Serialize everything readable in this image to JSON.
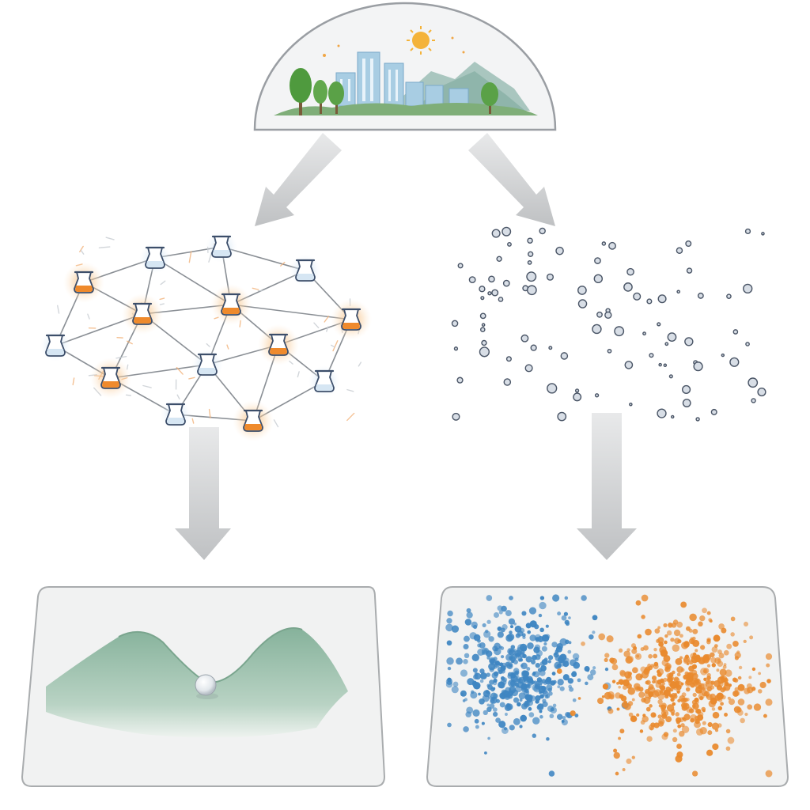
{
  "colors": {
    "background": "#ffffff",
    "arrow": "#c4c6c8",
    "panel_fill": "#f1f2f2",
    "panel_stroke": "#a9acae",
    "network_edge": "#8a8f95",
    "node_outline": "#3c4e6a",
    "node_glow_blue": "#bcd9ef",
    "node_glow_orange": "#f6c189",
    "node_core_orange": "#ef8a2c",
    "particle_outline": "#4a5566",
    "particle_fill": "#d8dee6",
    "hill": "#8fb8a2",
    "cluster_blue": "#3f86c2",
    "cluster_orange": "#e98a2e",
    "tree": "#4f9a3e",
    "building": "#9cc7e0",
    "mountain": "#9dbdb5",
    "sun": "#f4b33a"
  },
  "icons": {
    "top_scene": "city-nature-dome-icon",
    "network_node": "beaker-node-icon",
    "ball": "ball-icon"
  },
  "diagram": {
    "nodes": [
      {
        "id": "n1",
        "type": "orange"
      },
      {
        "id": "n2",
        "type": "blue"
      },
      {
        "id": "n3",
        "type": "blue"
      },
      {
        "id": "n4",
        "type": "blue"
      },
      {
        "id": "n5",
        "type": "blue"
      },
      {
        "id": "n6",
        "type": "orange"
      },
      {
        "id": "n7",
        "type": "orange"
      },
      {
        "id": "n8",
        "type": "orange"
      },
      {
        "id": "n9",
        "type": "orange"
      },
      {
        "id": "n10",
        "type": "blue"
      },
      {
        "id": "n11",
        "type": "orange"
      },
      {
        "id": "n12",
        "type": "blue"
      },
      {
        "id": "n13",
        "type": "blue"
      },
      {
        "id": "n14",
        "type": "orange"
      }
    ],
    "edges": [
      [
        "n1",
        "n2"
      ],
      [
        "n1",
        "n6"
      ],
      [
        "n1",
        "n5"
      ],
      [
        "n2",
        "n3"
      ],
      [
        "n2",
        "n6"
      ],
      [
        "n2",
        "n7"
      ],
      [
        "n3",
        "n4"
      ],
      [
        "n3",
        "n7"
      ],
      [
        "n4",
        "n7"
      ],
      [
        "n4",
        "n8"
      ],
      [
        "n5",
        "n9"
      ],
      [
        "n5",
        "n6"
      ],
      [
        "n6",
        "n7"
      ],
      [
        "n6",
        "n9"
      ],
      [
        "n6",
        "n10"
      ],
      [
        "n7",
        "n8"
      ],
      [
        "n7",
        "n10"
      ],
      [
        "n7",
        "n11"
      ],
      [
        "n8",
        "n11"
      ],
      [
        "n8",
        "n12"
      ],
      [
        "n9",
        "n10"
      ],
      [
        "n9",
        "n13"
      ],
      [
        "n10",
        "n11"
      ],
      [
        "n10",
        "n14"
      ],
      [
        "n10",
        "n13"
      ],
      [
        "n11",
        "n12"
      ],
      [
        "n11",
        "n14"
      ],
      [
        "n12",
        "n14"
      ],
      [
        "n13",
        "n14"
      ]
    ]
  }
}
